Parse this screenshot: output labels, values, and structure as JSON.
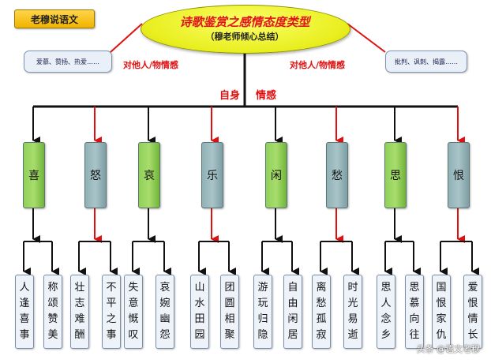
{
  "tag": "老穆说语文",
  "title": "诗歌鉴赏之感情态度类型",
  "subtitle": "（穆老师倾心总结）",
  "left_box": "爱慕、赞扬、热爱……",
  "right_box": "批判、讽刺、揭露……",
  "left_label": "对他人/物情感",
  "right_label": "对他人/物情感",
  "center_label_a": "自身",
  "center_label_b": "情感",
  "colors": {
    "red_arrow": "#e01010",
    "black_arrow": "#111111",
    "green_box": "#8fd15a",
    "blue_box": "#a9c4c8",
    "title_red": "#e0141a",
    "ellipse_yellow": "#f0f530"
  },
  "emotions": [
    {
      "label": "喜",
      "color": "green",
      "arrow": "black",
      "leaves": [
        "人逢喜事",
        "称颂赞美"
      ]
    },
    {
      "label": "怒",
      "color": "blue",
      "arrow": "red",
      "leaves": [
        "壮志难酬",
        "不平之事"
      ]
    },
    {
      "label": "哀",
      "color": "green",
      "arrow": "black",
      "leaves": [
        "失意慨叹",
        "哀婉幽怨"
      ]
    },
    {
      "label": "乐",
      "color": "blue",
      "arrow": "red",
      "leaves": [
        "山水田园",
        "团圆相聚"
      ]
    },
    {
      "label": "闲",
      "color": "green",
      "arrow": "black",
      "leaves": [
        "游玩归隐",
        "自由闲居"
      ]
    },
    {
      "label": "愁",
      "color": "blue",
      "arrow": "red",
      "leaves": [
        "离愁孤寂",
        "时光易逝"
      ]
    },
    {
      "label": "思",
      "color": "green",
      "arrow": "black",
      "leaves": [
        "思人念乡",
        "思慕向往"
      ]
    },
    {
      "label": "恨",
      "color": "blue",
      "arrow": "red",
      "leaves": [
        "国恨家仇",
        "爱恨情长"
      ]
    }
  ],
  "watermark": "头条 @语文老穆"
}
